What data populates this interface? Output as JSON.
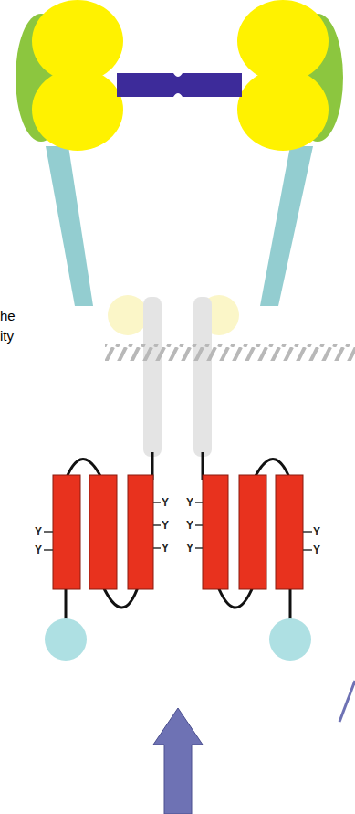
{
  "diagram": {
    "labels": [
      "he",
      "ity",
      "Y",
      "Y",
      "Y",
      "Y",
      "Y",
      "Y",
      "Y",
      "Y",
      "Y",
      "Y"
    ]
  }
}
